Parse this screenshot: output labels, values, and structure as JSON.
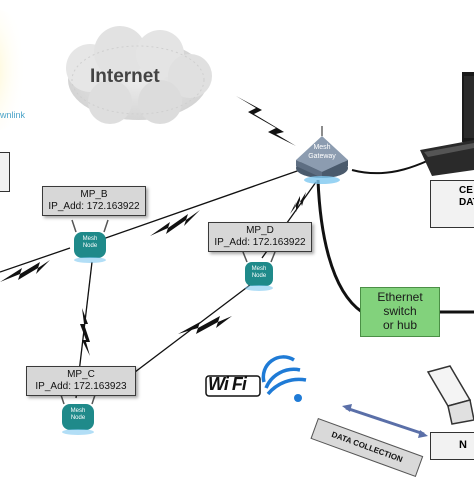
{
  "cloud": {
    "label": "Internet"
  },
  "downlink": {
    "label": "wnlink"
  },
  "gateway": {
    "line1": "Mesh",
    "line2": "Gateway"
  },
  "mesh_points": [
    {
      "name": "MP_B",
      "ip": "IP_Add: 172.163922"
    },
    {
      "name": "MP_D",
      "ip": "IP_Add: 172.163922"
    },
    {
      "name": "MP_C",
      "ip": "IP_Add: 172.163923"
    }
  ],
  "mesh_node": {
    "line1": "Mesh",
    "line2": "Node"
  },
  "ethernet": {
    "line1": "Ethernet",
    "line2": "switch",
    "line3": "or hub"
  },
  "central_box": {
    "line1": "CE",
    "line2": "DAT."
  },
  "wifi": {
    "label": "Wi Fi"
  },
  "data_collection": {
    "label": "DATA COLLECTION"
  },
  "bottom_box": {
    "label": "N"
  },
  "colors": {
    "ip_box": "#d7d7d7",
    "ethernet": "#82d27c",
    "mesh_node": "#1f8a8a",
    "gateway": "#7a8ba0",
    "wifi_blue": "#1f7bd6",
    "lightning": "#111111"
  }
}
